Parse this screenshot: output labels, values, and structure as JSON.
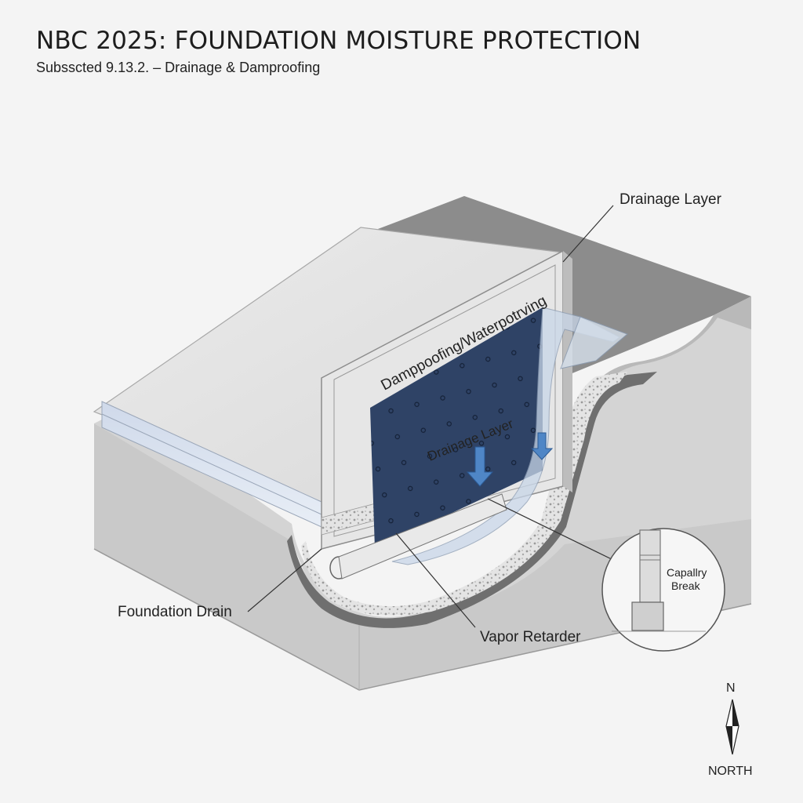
{
  "header": {
    "title": "NBC 2025: FOUNDATION MOISTURE PROTECTION",
    "subtitle": "Subsscted 9.13.2. – Drainage & Damproofing"
  },
  "labels": {
    "drainage_layer_callout": "Drainage Layer",
    "membrane_text": "Damppoofing/Waterpotrving",
    "drainage_layer_on_board": "Drainage Layer",
    "foundation_drain": "Foundation Drain",
    "vapor_retarder": "Vapor Retarder",
    "capillary_break_line1": "Capallry",
    "capillary_break_line2": "Break"
  },
  "compass": {
    "n_letter": "N",
    "label": "NORTH"
  },
  "colors": {
    "membrane": "#2f4366",
    "arrow": "#4f86c6",
    "soil": "#8f8f8f",
    "concrete": "#dcdcdc"
  }
}
